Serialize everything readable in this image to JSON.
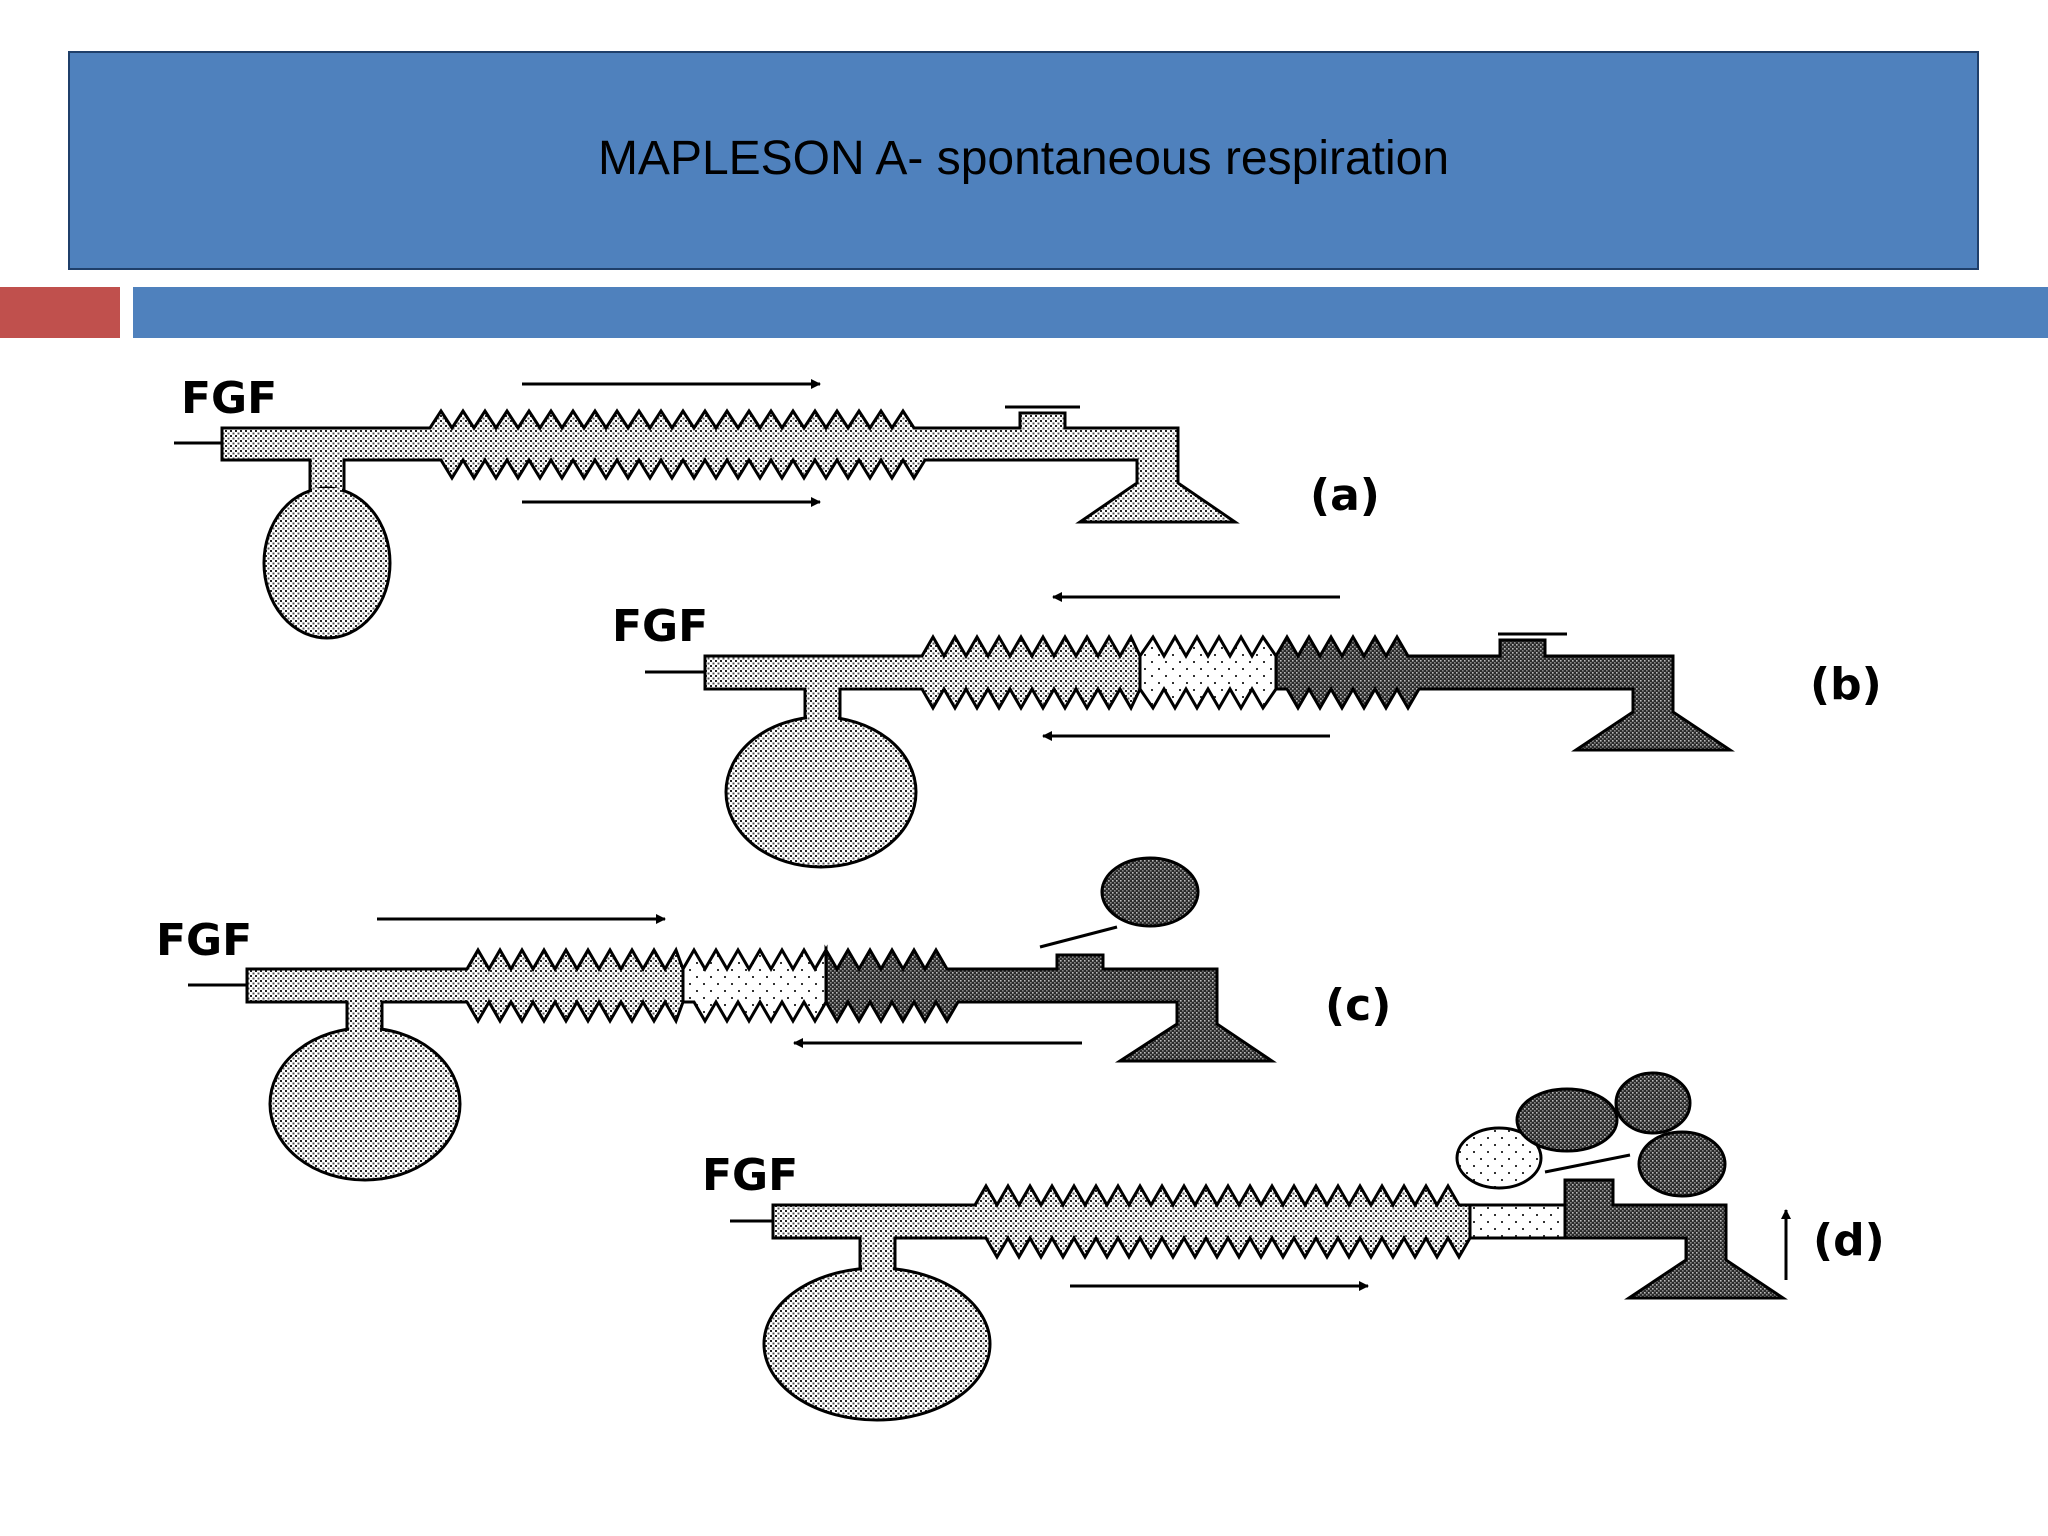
{
  "slide": {
    "title": "MAPLESON A- spontaneous respiration"
  },
  "diagram": {
    "panels": [
      {
        "id": "a",
        "label": "(a)",
        "inflow_label": "FGF"
      },
      {
        "id": "b",
        "label": "(b)",
        "inflow_label": "FGF"
      },
      {
        "id": "c",
        "label": "(c)",
        "inflow_label": "FGF"
      },
      {
        "id": "d",
        "label": "(d)",
        "inflow_label": "FGF"
      }
    ]
  },
  "colors": {
    "title_bg": "#4f81bd",
    "accent_red": "#c0504d",
    "accent_blue": "#4f81bd",
    "fresh_gas_fill": "dotted light grey",
    "dead_space_fill": "sparse dotted white",
    "alveolar_gas_fill": "dense dark grey"
  }
}
